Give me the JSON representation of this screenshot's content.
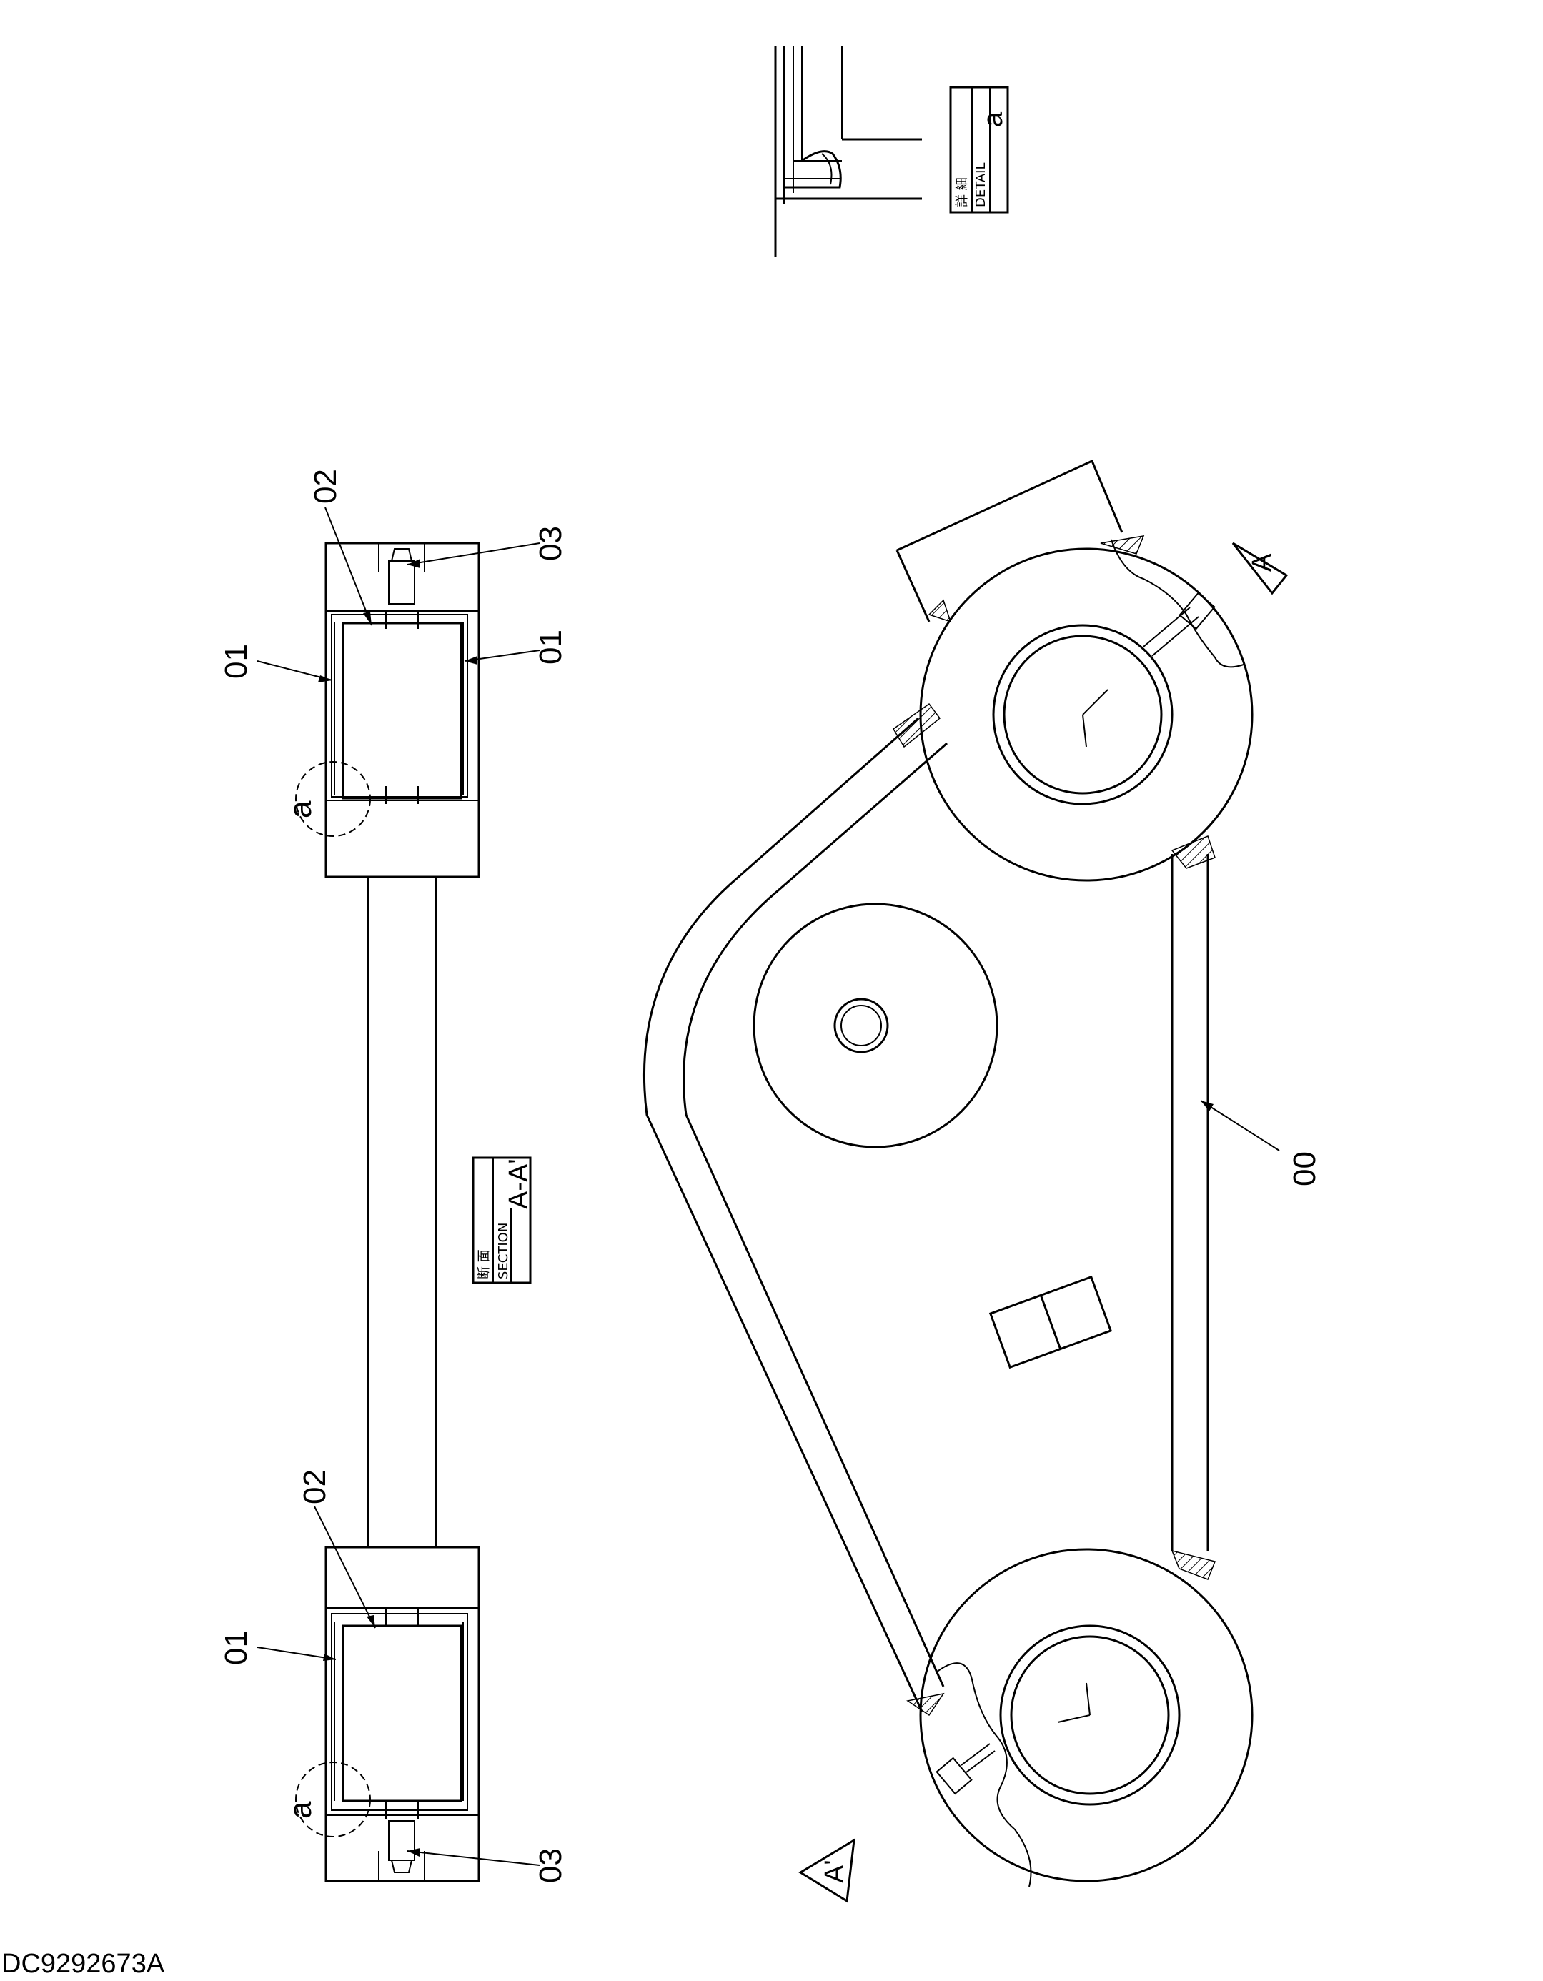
{
  "drawing_number": "DC9292673A",
  "detail_box": {
    "jp": "詳 細",
    "en": "DETAIL",
    "ref": "a"
  },
  "section_box": {
    "jp": "断 面",
    "en": "SECTION",
    "ref": "A-A'"
  },
  "part_labels": {
    "p00": "00",
    "p01_left": "01",
    "p01_right_a": "01",
    "p01_right_b": "01",
    "p02_left": "02",
    "p02_right": "02",
    "p03_left": "03",
    "p03_right": "03"
  },
  "detail_markers": {
    "left": "a",
    "right": "a"
  },
  "section_markers": {
    "top": "A",
    "bottom": "A'"
  }
}
